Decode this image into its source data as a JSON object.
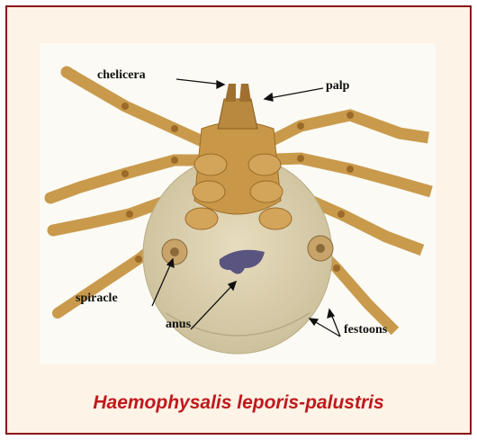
{
  "photo": {
    "labels": {
      "chelicera": "chelicera",
      "palp": "palp",
      "spiracle": "spiracle",
      "anus": "anus",
      "festoons": "festoons"
    }
  },
  "caption": "Haemophysalis leporis-palustris",
  "colors": {
    "frame_border": "#8b1414",
    "frame_background": "#fdf3e6",
    "caption": "#c0181c",
    "body": "#d8ccaa",
    "legs": "#c99a4c"
  }
}
